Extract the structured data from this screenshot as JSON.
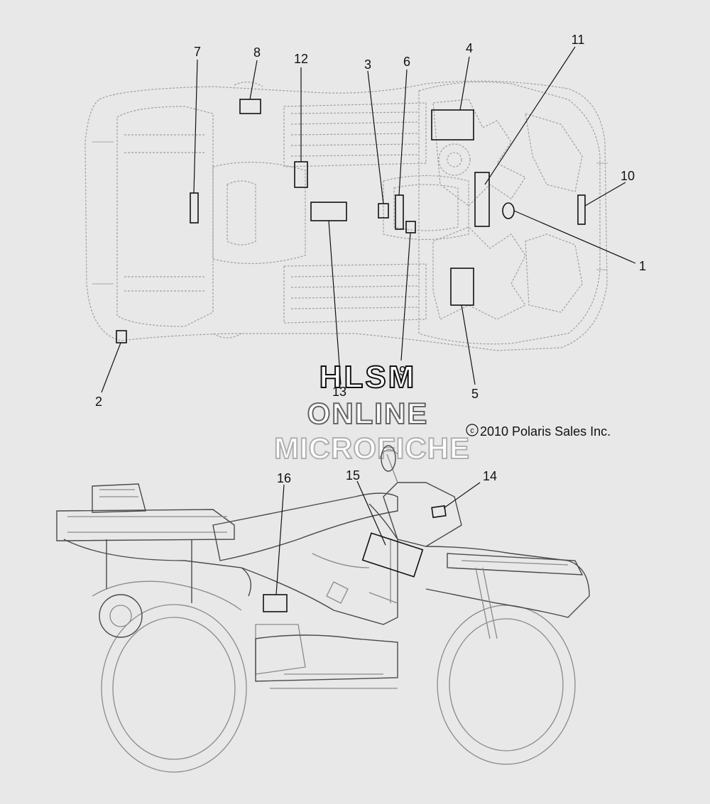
{
  "callouts": {
    "c1": "1",
    "c2": "2",
    "c3": "3",
    "c4": "4",
    "c5": "5",
    "c6": "6",
    "c7": "7",
    "c8": "8",
    "c9": "9",
    "c10": "10",
    "c11": "11",
    "c12": "12",
    "c13": "13",
    "c14": "14",
    "c15": "15",
    "c16": "16"
  },
  "copyright": {
    "symbol": "c",
    "text": "2010 Polaris Sales Inc."
  },
  "watermark": {
    "line1": "HLSM",
    "line2": "ONLINE",
    "line3": "MICROFICHE"
  }
}
